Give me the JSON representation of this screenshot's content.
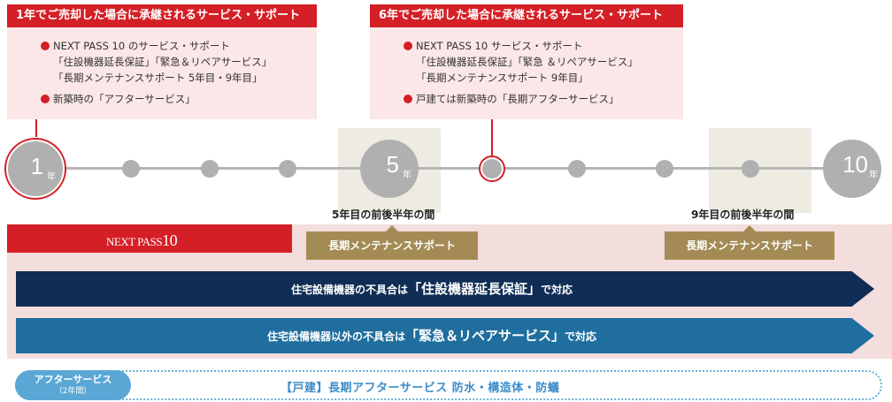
{
  "box1": {
    "title": "1年でご売却した場合に承継されるサービス・サポート",
    "items": [
      {
        "lines": [
          "NEXT PASS 10 のサービス・サポート",
          "「住設機器延長保証」「緊急＆リペアサービス」",
          "「長期メンテナンスサポート 5年目・9年目」"
        ]
      },
      {
        "lines": [
          "新築時の「アフターサービス」"
        ]
      }
    ]
  },
  "box2": {
    "title": "6年でご売却した場合に承継されるサービス・サポート",
    "items": [
      {
        "lines": [
          "NEXT PASS 10 サービス・サポート",
          "「住設機器延長保証」「緊急 ＆リペアサービス」",
          "「長期メンテナンスサポート 9年目」"
        ]
      },
      {
        "lines": [
          "戸建ては新築時の「長期アフターサービス」"
        ]
      }
    ]
  },
  "timeline": {
    "year1": {
      "num": "1",
      "unit": "年"
    },
    "year5": {
      "num": "5",
      "unit": "年"
    },
    "year10": {
      "num": "10",
      "unit": "年"
    },
    "label5": "5年目の前後半年の間",
    "label9": "9年目の前後半年の間"
  },
  "next_pass": {
    "prefix": "NEXT PASS",
    "suffix": "10"
  },
  "maintenance_tag": "長期メンテナンスサポート",
  "arrow1": {
    "pre": "住宅設備機器の不具合は",
    "em": "「住設機器延長保証」",
    "post": "で対応"
  },
  "arrow2": {
    "pre": "住宅設備機器以外の不具合は",
    "em": "「緊急＆リペアサービス」",
    "post": "で対応"
  },
  "after": {
    "pill_title": "アフターサービス",
    "pill_sub": "（2年間）",
    "text": "【戸建】長期アフターサービス 防水・構造体・防蟻"
  },
  "colors": {
    "red": "#d41f26",
    "navy": "#0f2d55",
    "blue": "#1f6e9e",
    "gold": "#a48b55",
    "gray": "#b0b0b0"
  }
}
